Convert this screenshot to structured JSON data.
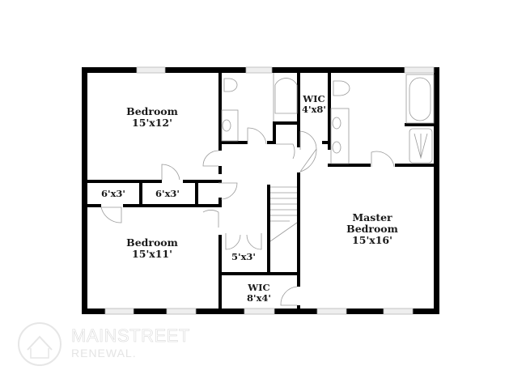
{
  "floorplan": {
    "rooms": [
      {
        "id": "bedroom-1",
        "name": "Bedroom",
        "size": "15'x12'"
      },
      {
        "id": "bath-1",
        "name": "",
        "size": ""
      },
      {
        "id": "wic-1",
        "name": "WIC",
        "size": "4'x8'"
      },
      {
        "id": "master-bath",
        "name": "",
        "size": ""
      },
      {
        "id": "closet-1",
        "name": "",
        "size": "6'x3'"
      },
      {
        "id": "closet-2",
        "name": "",
        "size": "6'x3'"
      },
      {
        "id": "bedroom-2",
        "name": "Bedroom",
        "size": "15'x11'"
      },
      {
        "id": "closet-3",
        "name": "",
        "size": "5'x3'"
      },
      {
        "id": "wic-2",
        "name": "WIC",
        "size": "8'x4'"
      },
      {
        "id": "master-bedroom",
        "name": "Master Bedroom",
        "name_line1": "Master",
        "name_line2": "Bedroom",
        "size": "15'x16'"
      }
    ],
    "colors": {
      "wall": "#000000",
      "fixture": "#9a9a9a",
      "window": "#d0d0d0",
      "background": "#ffffff"
    }
  },
  "branding": {
    "line1": "MAINSTREET",
    "line2": "RENEWAL."
  }
}
